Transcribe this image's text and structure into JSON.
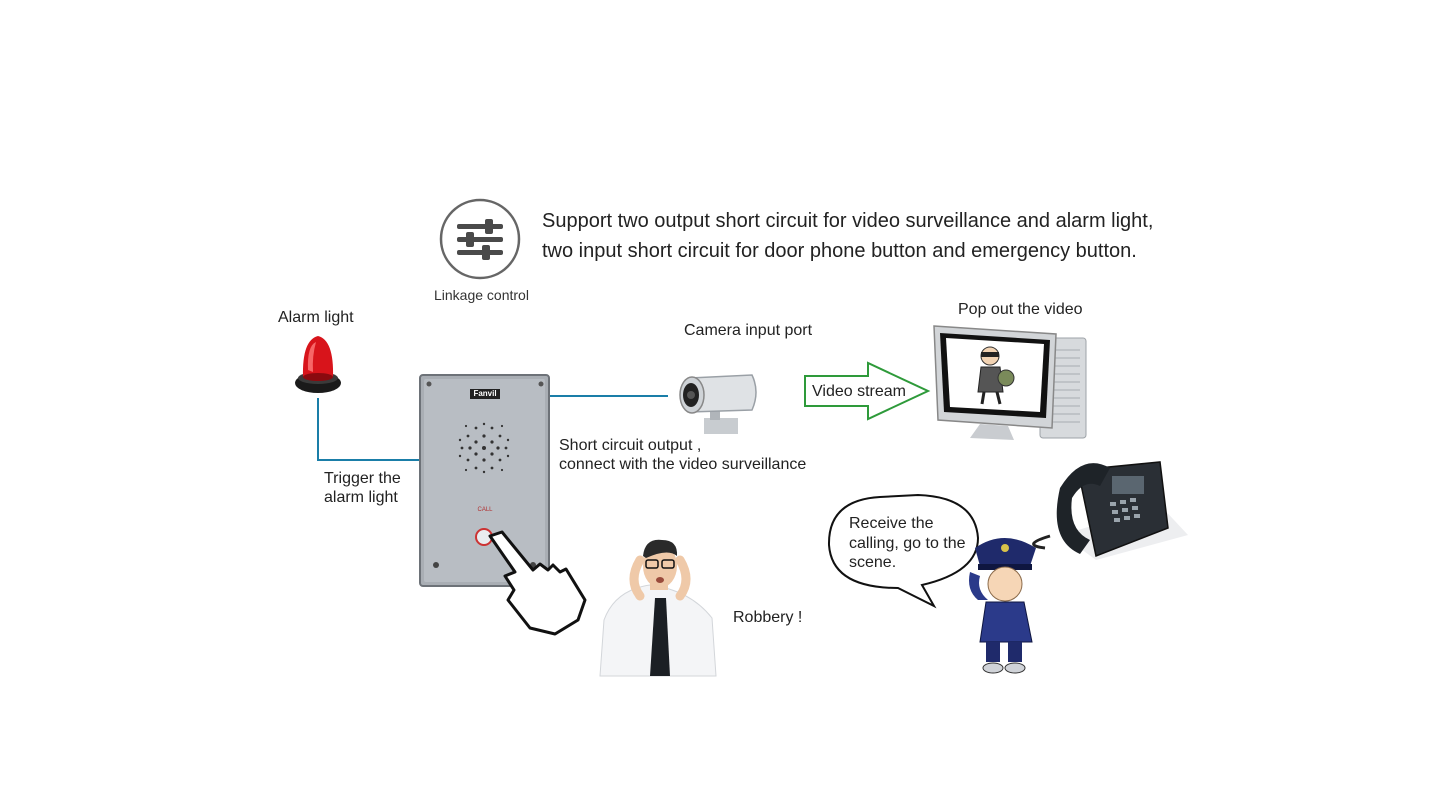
{
  "header": {
    "line1": "Support two output short circuit for video surveillance and alarm light,",
    "line2": "two input short circuit for door phone button and emergency button.",
    "icon": "sliders-icon",
    "icon_label": "Linkage control"
  },
  "labels": {
    "alarm_light": "Alarm light",
    "trigger_line1": "Trigger the",
    "trigger_line2": "alarm light",
    "camera_port": "Camera input port",
    "short_circuit_line1": "Short circuit output ,",
    "short_circuit_line2": "connect with the video surveillance",
    "video_stream": "Video stream",
    "pop_out": "Pop out the video",
    "robbery": "Robbery !",
    "bubble_line1": "Receive the",
    "bubble_line2": "calling, go to the",
    "bubble_line3": "scene."
  },
  "device": {
    "brand": "Fanvil",
    "call_label": "CALL"
  },
  "colors": {
    "connector": "#1a7ea8",
    "arrow": "#2e9a3a",
    "panel": "#a9aeb4",
    "alarm": "#d8141b"
  }
}
